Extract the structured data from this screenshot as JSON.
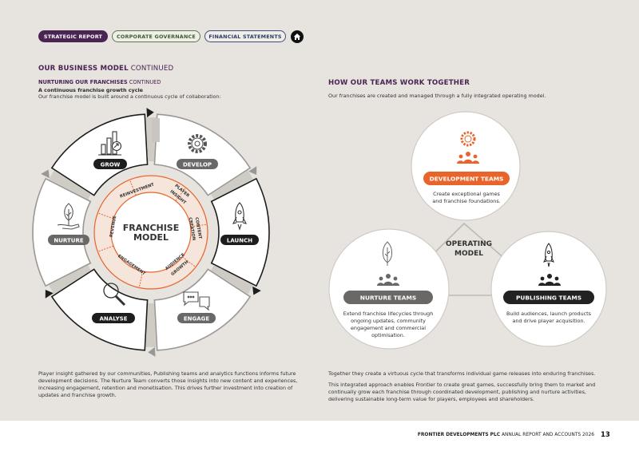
{
  "nav": {
    "strategic": "STRATEGIC REPORT",
    "governance": "CORPORATE GOVERNANCE",
    "financial": "FINANCIAL STATEMENTS"
  },
  "left": {
    "heading": "OUR BUSINESS MODEL",
    "heading_cont": " CONTINUED",
    "subheading": "NURTURING OUR FRANCHISES",
    "subheading_cont": " CONTINUED",
    "subtitle": "A continuous franchise growth cycle",
    "intro": "Our franchise model is built around a continuous cycle of collaboration:",
    "center_line1": "FRANCHISE",
    "center_line2": "MODEL",
    "stages": {
      "grow": "GROW",
      "develop": "DEVELOP",
      "launch": "LAUNCH",
      "engage": "ENGAGE",
      "analyse": "ANALYSE",
      "nurture": "NURTURE"
    },
    "ring": {
      "reinvestment": "REINVESTMENT",
      "player": "PLAYER",
      "insight": "INSIGHT",
      "content": "CONTENT",
      "creation": "CREATION",
      "audience": "AUDIENCE",
      "growth": "GROWTH",
      "engagement": "ENGAGEMENT",
      "revenue": "REVENUE"
    },
    "body": "Player insight gathered by our communities, Publishing teams and analytics functions informs future development decisions. The Nurture Team converts those insights into new content and experiences, increasing engagement, retention and monetisation. This drives further investment into creation of updates and franchise growth."
  },
  "right": {
    "heading": "HOW OUR TEAMS WORK TOGETHER",
    "intro": "Our franchises are created and managed through a fully integrated operating model.",
    "center_line1": "OPERATING",
    "center_line2": "MODEL",
    "dev": {
      "label": "DEVELOPMENT TEAMS",
      "line1": "Create exceptional games",
      "line2": "and franchise foundations.",
      "color": "#e8642a"
    },
    "nurture": {
      "label": "NURTURE TEAMS",
      "line1": "Extend franchise lifecycles through",
      "line2": "ongoing updates, community",
      "line3": "engagement and commercial",
      "line4": "optimisation.",
      "color": "#6a6866"
    },
    "publish": {
      "label": "PUBLISHING TEAMS",
      "line1": "Build audiences, launch products",
      "line2": "and drive player acquisition.",
      "color": "#222222"
    },
    "body1": "Together they create a virtuous cycle that transforms individual game releases into enduring franchises.",
    "body2": "This integrated approach enables Frontier to create great games, successfully bring them to market and continually grow each franchise through coordinated development, publishing and nurture activities, delivering sustainable long-term value for players, employees and shareholders."
  },
  "footer": {
    "company": "FRONTIER DEVELOPMENTS PLC",
    "report": " ANNUAL REPORT AND ACCOUNTS 2026",
    "page": "13"
  }
}
